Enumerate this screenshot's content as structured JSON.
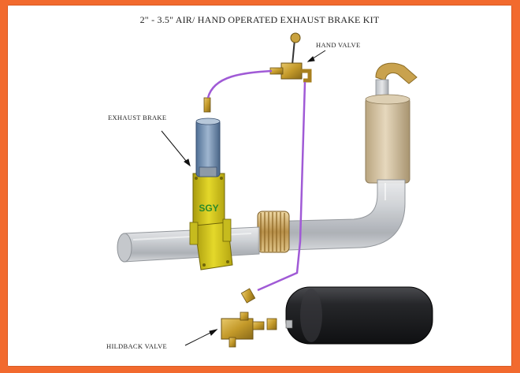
{
  "title": "2\" - 3.5\" AIR/ HAND OPERATED EXHAUST BRAKE KIT",
  "labels": {
    "hand_valve": "HAND VALVE",
    "exhaust_brake": "EXHAUST BRAKE",
    "hildback_valve": "HILDBACK VALVE",
    "brake_marking": "SGY"
  },
  "colors": {
    "frame": "#f26a2e",
    "air_line": "#a05ad6",
    "brass": "#c49a2a",
    "brake_body": "#d6c816",
    "cylinder": "#6f8fb5",
    "tank": "#1e1f22",
    "muffler": "#cdb998"
  }
}
